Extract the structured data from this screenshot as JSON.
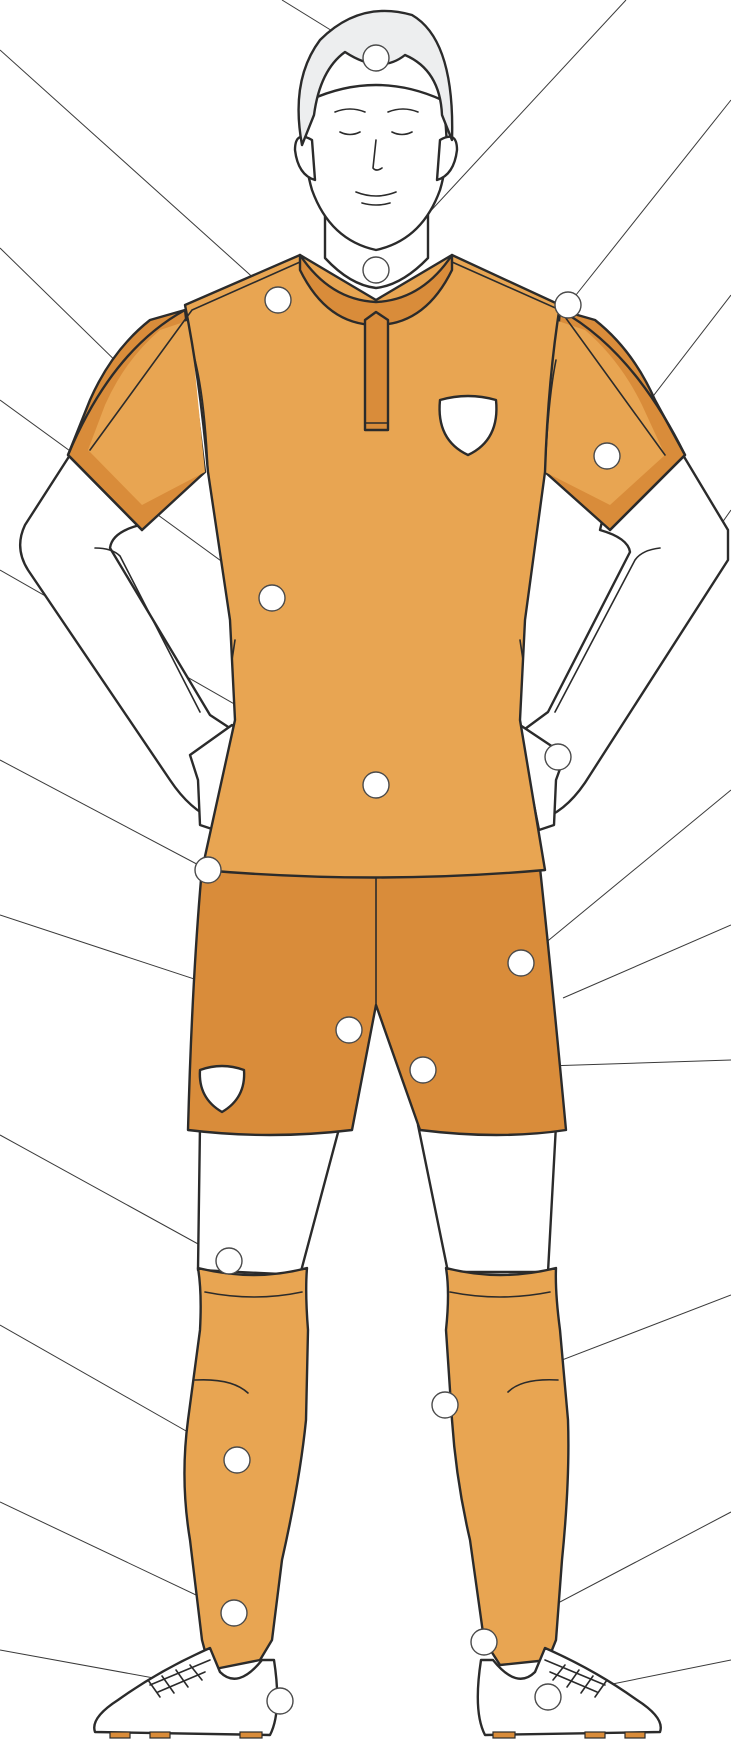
{
  "colors": {
    "jersey": "#E8A552",
    "jersey_trim": "#D98C3A",
    "shorts": "#D98C3A",
    "socks": "#E8A552",
    "hair": "#EDEEEF",
    "skin": "#FFFFFF",
    "outline": "#2B2B2B",
    "leader_line": "#3A3A3A",
    "marker_fill": "#FFFFFF"
  },
  "icons": [
    "crest-icon",
    "crest-icon",
    "marker-icon"
  ],
  "markers": [
    {
      "id": "head"
    },
    {
      "id": "neck"
    },
    {
      "id": "left-shoulder-seam"
    },
    {
      "id": "right-shoulder-seam"
    },
    {
      "id": "right-sleeve"
    },
    {
      "id": "left-chest"
    },
    {
      "id": "jersey-hem-center"
    },
    {
      "id": "right-hand"
    },
    {
      "id": "left-hip"
    },
    {
      "id": "right-shorts-leg"
    },
    {
      "id": "left-shorts-inner"
    },
    {
      "id": "right-shorts-hem"
    },
    {
      "id": "left-knee"
    },
    {
      "id": "right-sock-upper"
    },
    {
      "id": "left-sock-lower"
    },
    {
      "id": "left-ankle"
    },
    {
      "id": "right-ankle"
    },
    {
      "id": "left-boot"
    },
    {
      "id": "right-boot"
    }
  ]
}
